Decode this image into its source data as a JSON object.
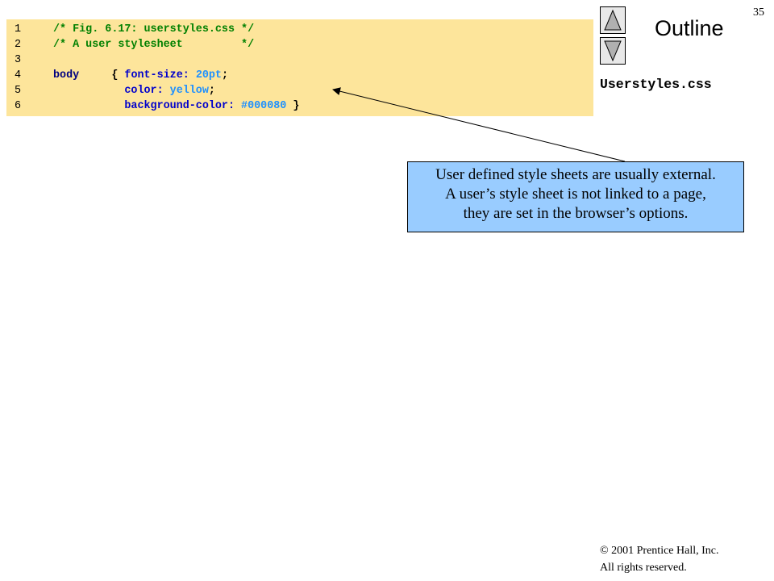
{
  "slide_number": "35",
  "outline_title": "Outline",
  "filename": "Userstyles.css",
  "nav": {
    "up_icon": "triangle-up-icon",
    "down_icon": "triangle-down-icon"
  },
  "code_lines": [
    {
      "num": "1",
      "tokens": [
        {
          "text": "/* Fig. 6.17: userstyles.css */",
          "kind": "comment"
        }
      ]
    },
    {
      "num": "2",
      "tokens": [
        {
          "text": "/* A user stylesheet         */",
          "kind": "comment"
        }
      ]
    },
    {
      "num": "3",
      "tokens": []
    },
    {
      "num": "4",
      "tokens": [
        {
          "text": "body     ",
          "kind": "kw"
        },
        {
          "text": "{ ",
          "kind": "punc"
        },
        {
          "text": "font-size: ",
          "kind": "prop"
        },
        {
          "text": "20pt",
          "kind": "val"
        },
        {
          "text": ";",
          "kind": "punc"
        }
      ]
    },
    {
      "num": "5",
      "tokens": [
        {
          "text": "           color: ",
          "kind": "prop"
        },
        {
          "text": "yellow",
          "kind": "val"
        },
        {
          "text": ";",
          "kind": "punc"
        }
      ]
    },
    {
      "num": "6",
      "tokens": [
        {
          "text": "           background-color: ",
          "kind": "prop"
        },
        {
          "text": "#000080",
          "kind": "val"
        },
        {
          "text": " }",
          "kind": "punc"
        }
      ]
    }
  ],
  "callout": {
    "lines": [
      "User defined style sheets are usually external.",
      "A user’s style sheet is not linked to a page,",
      "they are set in the browser’s options."
    ]
  },
  "footer": {
    "copyright": "© 2001 Prentice Hall, Inc.",
    "rights": "All rights reserved."
  },
  "colors": {
    "code_background": "#fde59b",
    "callout_background": "#99ccff",
    "comment": "#008000",
    "keyword": "#000080",
    "property": "#0000cc",
    "value": "#1e90ff"
  }
}
